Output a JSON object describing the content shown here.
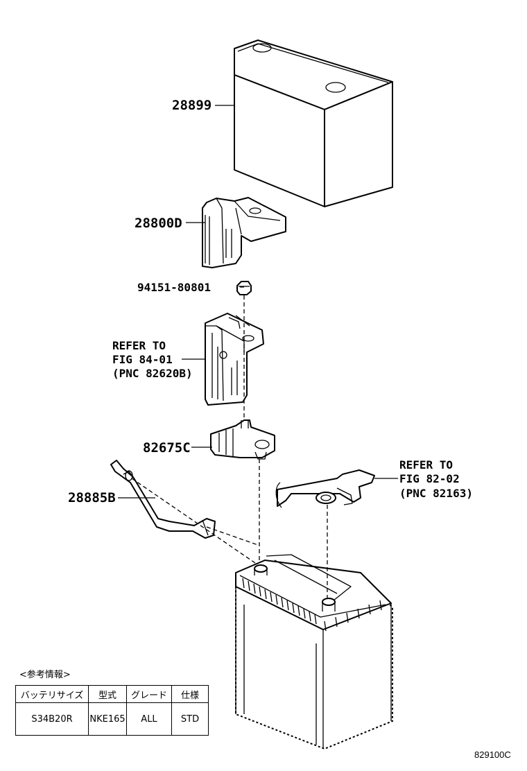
{
  "parts": {
    "cover": "28899",
    "clamp_cover": "28800D",
    "nut": "94151-80801",
    "refer_a": [
      "REFER TO",
      "FIG 84-01",
      "(PNC 82620B)"
    ],
    "terminal": "82675C",
    "cable": "28885B",
    "refer_b": [
      "REFER TO",
      "FIG 82-02",
      "(PNC 82163)"
    ]
  },
  "reference_table": {
    "caption": "<参考情報>",
    "headers": [
      "バッテリサイズ",
      "型式",
      "グレード",
      "仕様"
    ],
    "row": [
      "S34B20R",
      "NKE165",
      "ALL",
      "STD"
    ]
  },
  "figure_code": "829100C"
}
